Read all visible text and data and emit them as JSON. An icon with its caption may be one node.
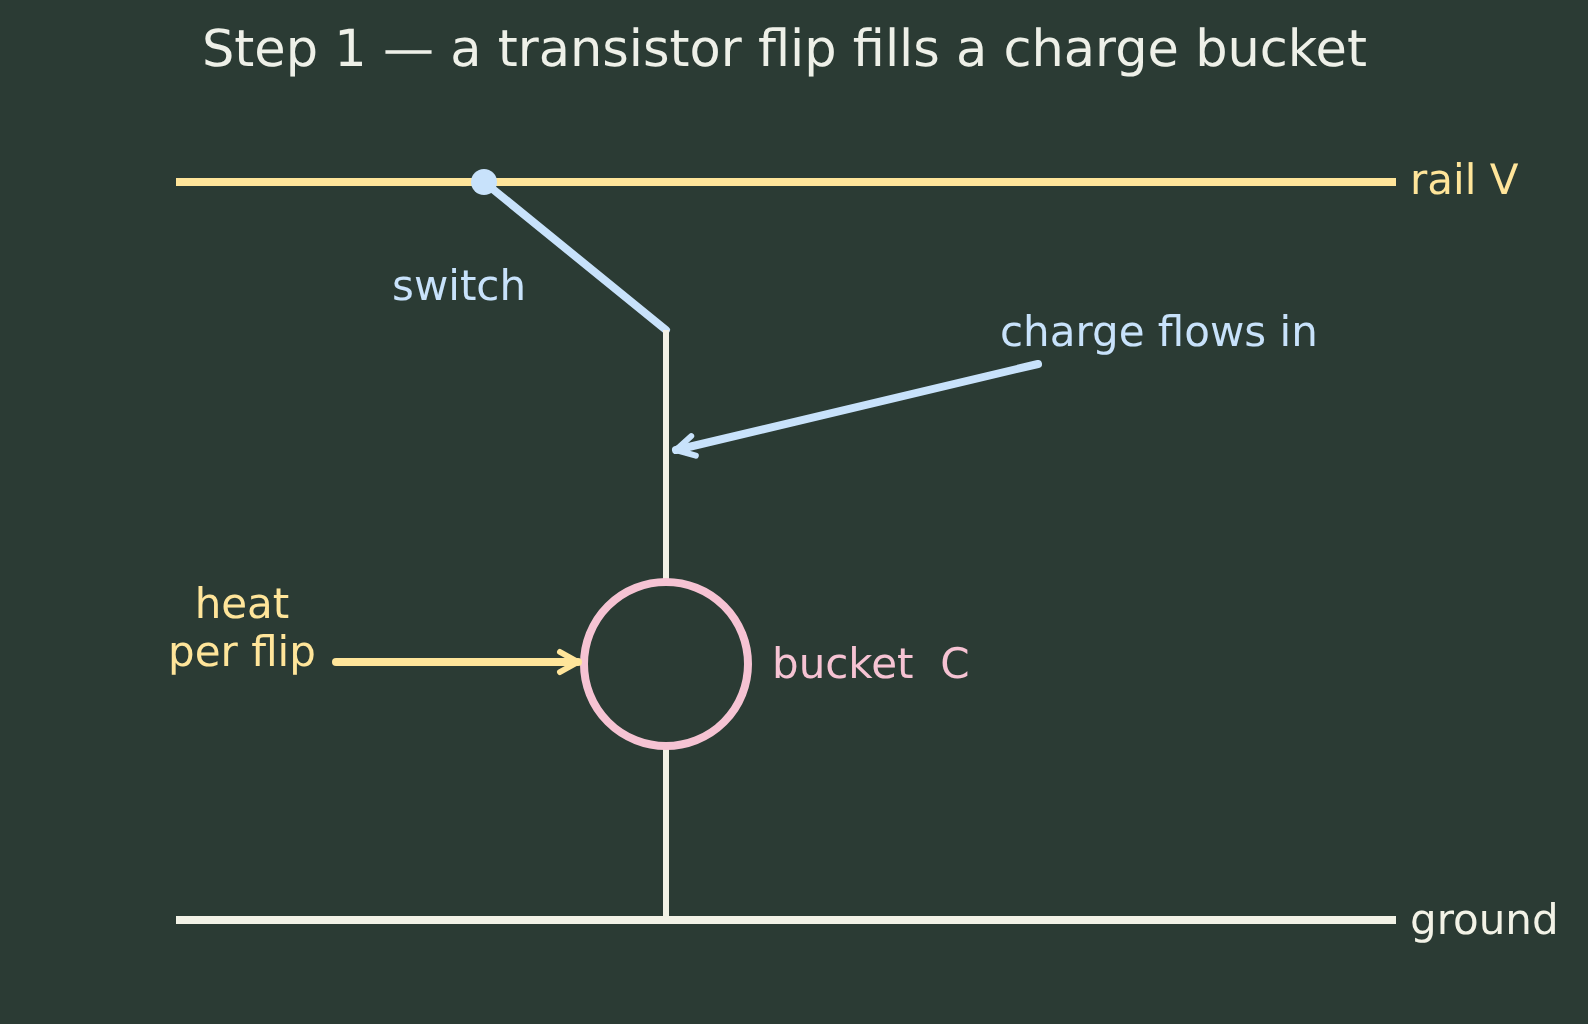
{
  "diagram": {
    "title": "Step 1 — a transistor flip fills a charge bucket",
    "nodes": [
      {
        "text": [
          "charge flows in"
        ]
      },
      {
        "text": [],
        "shape": "line"
      },
      {
        "text": [
          "heat per flip"
        ]
      },
      {
        "text": [],
        "shape": "circle",
        "beside": [
          "bucket  C"
        ]
      }
    ],
    "edges": [
      {
        "from": 0,
        "to": 1,
        "arrow": "to",
        "color": "#c8e2fb"
      },
      {
        "from": 2,
        "to": 3,
        "arrow": "to",
        "color": "#ffe59a"
      }
    ],
    "labels": [
      "rail V",
      "switch",
      "ground"
    ]
  }
}
